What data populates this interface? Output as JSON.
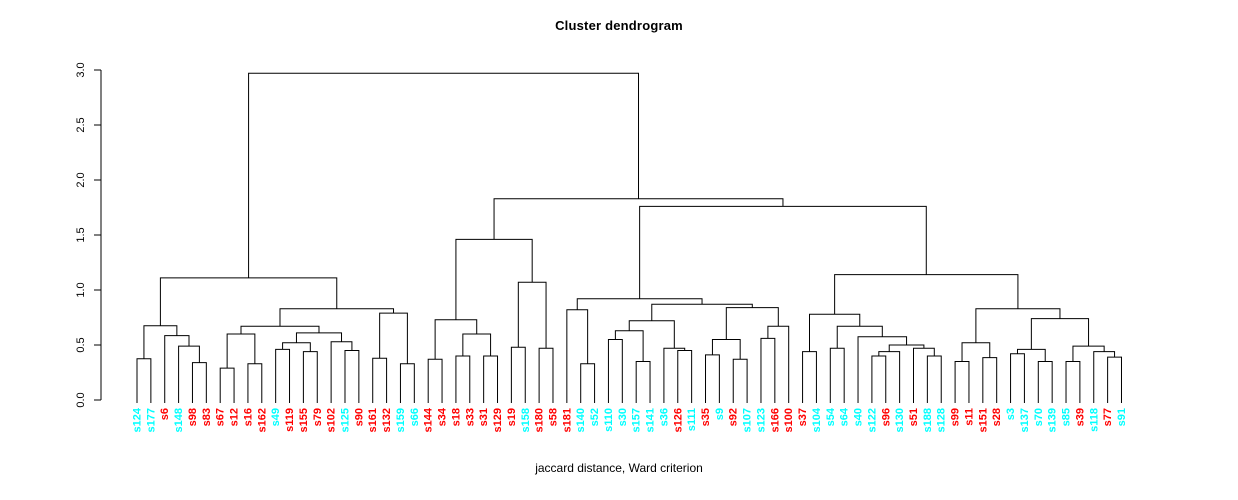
{
  "chart_data": {
    "type": "dendrogram",
    "title": "Cluster dendrogram",
    "xlabel": "jaccard distance, Ward criterion",
    "ylabel": "",
    "ylim": [
      0,
      3
    ],
    "y_ticks": [
      "0.0",
      "0.5",
      "1.0",
      "1.5",
      "2.0",
      "2.5",
      "3.0"
    ],
    "grid": "off",
    "legend": "none",
    "line_color": "#000000",
    "leaf_colors": {
      "cyan": "#00FFFF",
      "red": "#FF0000"
    },
    "leaves": [
      {
        "label": "s124",
        "color": "cyan"
      },
      {
        "label": "s177",
        "color": "cyan"
      },
      {
        "label": "s6",
        "color": "red"
      },
      {
        "label": "s148",
        "color": "cyan"
      },
      {
        "label": "s98",
        "color": "red"
      },
      {
        "label": "s83",
        "color": "red"
      },
      {
        "label": "s67",
        "color": "red"
      },
      {
        "label": "s12",
        "color": "red"
      },
      {
        "label": "s16",
        "color": "red"
      },
      {
        "label": "s162",
        "color": "red"
      },
      {
        "label": "s49",
        "color": "cyan"
      },
      {
        "label": "s119",
        "color": "red"
      },
      {
        "label": "s155",
        "color": "red"
      },
      {
        "label": "s79",
        "color": "red"
      },
      {
        "label": "s102",
        "color": "red"
      },
      {
        "label": "s125",
        "color": "cyan"
      },
      {
        "label": "s90",
        "color": "red"
      },
      {
        "label": "s161",
        "color": "red"
      },
      {
        "label": "s132",
        "color": "red"
      },
      {
        "label": "s159",
        "color": "cyan"
      },
      {
        "label": "s66",
        "color": "cyan"
      },
      {
        "label": "s144",
        "color": "red"
      },
      {
        "label": "s34",
        "color": "red"
      },
      {
        "label": "s18",
        "color": "red"
      },
      {
        "label": "s33",
        "color": "red"
      },
      {
        "label": "s31",
        "color": "red"
      },
      {
        "label": "s129",
        "color": "red"
      },
      {
        "label": "s19",
        "color": "red"
      },
      {
        "label": "s158",
        "color": "cyan"
      },
      {
        "label": "s180",
        "color": "red"
      },
      {
        "label": "s58",
        "color": "red"
      },
      {
        "label": "s181",
        "color": "red"
      },
      {
        "label": "s140",
        "color": "cyan"
      },
      {
        "label": "s52",
        "color": "cyan"
      },
      {
        "label": "s110",
        "color": "cyan"
      },
      {
        "label": "s30",
        "color": "cyan"
      },
      {
        "label": "s157",
        "color": "cyan"
      },
      {
        "label": "s141",
        "color": "cyan"
      },
      {
        "label": "s36",
        "color": "cyan"
      },
      {
        "label": "s126",
        "color": "red"
      },
      {
        "label": "s111",
        "color": "cyan"
      },
      {
        "label": "s35",
        "color": "red"
      },
      {
        "label": "s9",
        "color": "cyan"
      },
      {
        "label": "s92",
        "color": "red"
      },
      {
        "label": "s107",
        "color": "cyan"
      },
      {
        "label": "s123",
        "color": "cyan"
      },
      {
        "label": "s166",
        "color": "red"
      },
      {
        "label": "s100",
        "color": "red"
      },
      {
        "label": "s37",
        "color": "red"
      },
      {
        "label": "s104",
        "color": "cyan"
      },
      {
        "label": "s54",
        "color": "cyan"
      },
      {
        "label": "s64",
        "color": "cyan"
      },
      {
        "label": "s40",
        "color": "cyan"
      },
      {
        "label": "s122",
        "color": "cyan"
      },
      {
        "label": "s96",
        "color": "red"
      },
      {
        "label": "s130",
        "color": "cyan"
      },
      {
        "label": "s51",
        "color": "red"
      },
      {
        "label": "s188",
        "color": "cyan"
      },
      {
        "label": "s128",
        "color": "cyan"
      },
      {
        "label": "s99",
        "color": "red"
      },
      {
        "label": "s11",
        "color": "red"
      },
      {
        "label": "s151",
        "color": "red"
      },
      {
        "label": "s28",
        "color": "red"
      },
      {
        "label": "s3",
        "color": "cyan"
      },
      {
        "label": "s137",
        "color": "cyan"
      },
      {
        "label": "s70",
        "color": "cyan"
      },
      {
        "label": "s139",
        "color": "cyan"
      },
      {
        "label": "s85",
        "color": "cyan"
      },
      {
        "label": "s39",
        "color": "red"
      },
      {
        "label": "s118",
        "color": "cyan"
      },
      {
        "label": "s77",
        "color": "red"
      },
      {
        "label": "s91",
        "color": "cyan"
      }
    ],
    "tree": {
      "h": 2.97,
      "c": [
        {
          "h": 1.11,
          "c": [
            {
              "h": 0.675,
              "c": [
                {
                  "h": 0.375,
                  "c": [
                    0,
                    1
                  ]
                },
                {
                  "h": 0.585,
                  "c": [
                    2,
                    {
                      "h": 0.49,
                      "c": [
                        3,
                        {
                          "h": 0.34,
                          "c": [
                            4,
                            5
                          ]
                        }
                      ]
                    }
                  ]
                }
              ]
            },
            {
              "h": 0.83,
              "c": [
                {
                  "h": 0.67,
                  "c": [
                    {
                      "h": 0.6,
                      "c": [
                        {
                          "h": 0.29,
                          "c": [
                            6,
                            7
                          ]
                        },
                        {
                          "h": 0.33,
                          "c": [
                            8,
                            9
                          ]
                        }
                      ]
                    },
                    {
                      "h": 0.61,
                      "c": [
                        {
                          "h": 0.52,
                          "c": [
                            {
                              "h": 0.46,
                              "c": [
                                10,
                                11
                              ]
                            },
                            {
                              "h": 0.44,
                              "c": [
                                12,
                                13
                              ]
                            }
                          ]
                        },
                        {
                          "h": 0.53,
                          "c": [
                            14,
                            {
                              "h": 0.45,
                              "c": [
                                15,
                                16
                              ]
                            }
                          ]
                        }
                      ]
                    }
                  ]
                },
                {
                  "h": 0.79,
                  "c": [
                    {
                      "h": 0.38,
                      "c": [
                        17,
                        18
                      ]
                    },
                    {
                      "h": 0.33,
                      "c": [
                        19,
                        20
                      ]
                    }
                  ]
                }
              ]
            }
          ]
        },
        {
          "h": 1.83,
          "c": [
            {
              "h": 1.46,
              "c": [
                {
                  "h": 0.73,
                  "c": [
                    {
                      "h": 0.37,
                      "c": [
                        21,
                        22
                      ]
                    },
                    {
                      "h": 0.6,
                      "c": [
                        {
                          "h": 0.4,
                          "c": [
                            23,
                            24
                          ]
                        },
                        {
                          "h": 0.4,
                          "c": [
                            25,
                            26
                          ]
                        }
                      ]
                    }
                  ]
                },
                {
                  "h": 1.07,
                  "c": [
                    {
                      "h": 0.48,
                      "c": [
                        27,
                        28
                      ]
                    },
                    {
                      "h": 0.47,
                      "c": [
                        29,
                        30
                      ]
                    }
                  ]
                }
              ]
            },
            {
              "h": 1.76,
              "c": [
                {
                  "h": 0.92,
                  "c": [
                    {
                      "h": 0.82,
                      "c": [
                        31,
                        {
                          "h": 0.33,
                          "c": [
                            32,
                            33
                          ]
                        }
                      ]
                    },
                    {
                      "h": 0.87,
                      "c": [
                        {
                          "h": 0.72,
                          "c": [
                            {
                              "h": 0.63,
                              "c": [
                                {
                                  "h": 0.55,
                                  "c": [
                                    34,
                                    35
                                  ]
                                },
                                {
                                  "h": 0.35,
                                  "c": [
                                    36,
                                    37
                                  ]
                                }
                              ]
                            },
                            {
                              "h": 0.47,
                              "c": [
                                38,
                                {
                                  "h": 0.45,
                                  "c": [
                                    39,
                                    40
                                  ]
                                }
                              ]
                            }
                          ]
                        },
                        {
                          "h": 0.84,
                          "c": [
                            {
                              "h": 0.55,
                              "c": [
                                {
                                  "h": 0.41,
                                  "c": [
                                    41,
                                    42
                                  ]
                                },
                                {
                                  "h": 0.37,
                                  "c": [
                                    43,
                                    44
                                  ]
                                }
                              ]
                            },
                            {
                              "h": 0.67,
                              "c": [
                                {
                                  "h": 0.56,
                                  "c": [
                                    45,
                                    46
                                  ]
                                },
                                47
                              ]
                            }
                          ]
                        }
                      ]
                    }
                  ]
                },
                {
                  "h": 1.14,
                  "c": [
                    {
                      "h": 0.78,
                      "c": [
                        {
                          "h": 0.44,
                          "c": [
                            48,
                            49
                          ]
                        },
                        {
                          "h": 0.67,
                          "c": [
                            {
                              "h": 0.47,
                              "c": [
                                50,
                                51
                              ]
                            },
                            {
                              "h": 0.575,
                              "c": [
                                52,
                                {
                                  "h": 0.5,
                                  "c": [
                                    {
                                      "h": 0.44,
                                      "c": [
                                        {
                                          "h": 0.4,
                                          "c": [
                                            53,
                                            54
                                          ]
                                        },
                                        55
                                      ]
                                    },
                                    {
                                      "h": 0.47,
                                      "c": [
                                        56,
                                        {
                                          "h": 0.4,
                                          "c": [
                                            57,
                                            58
                                          ]
                                        }
                                      ]
                                    }
                                  ]
                                }
                              ]
                            }
                          ]
                        }
                      ]
                    },
                    {
                      "h": 0.83,
                      "c": [
                        {
                          "h": 0.52,
                          "c": [
                            {
                              "h": 0.35,
                              "c": [
                                59,
                                60
                              ]
                            },
                            {
                              "h": 0.385,
                              "c": [
                                61,
                                62
                              ]
                            }
                          ]
                        },
                        {
                          "h": 0.74,
                          "c": [
                            {
                              "h": 0.46,
                              "c": [
                                {
                                  "h": 0.42,
                                  "c": [
                                    63,
                                    64
                                  ]
                                },
                                {
                                  "h": 0.35,
                                  "c": [
                                    65,
                                    66
                                  ]
                                }
                              ]
                            },
                            {
                              "h": 0.49,
                              "c": [
                                {
                                  "h": 0.35,
                                  "c": [
                                    67,
                                    68
                                  ]
                                },
                                {
                                  "h": 0.44,
                                  "c": [
                                    69,
                                    {
                                      "h": 0.39,
                                      "c": [
                                        70,
                                        71
                                      ]
                                    }
                                  ]
                                }
                              ]
                            }
                          ]
                        }
                      ]
                    }
                  ]
                }
              ]
            }
          ]
        }
      ]
    }
  }
}
